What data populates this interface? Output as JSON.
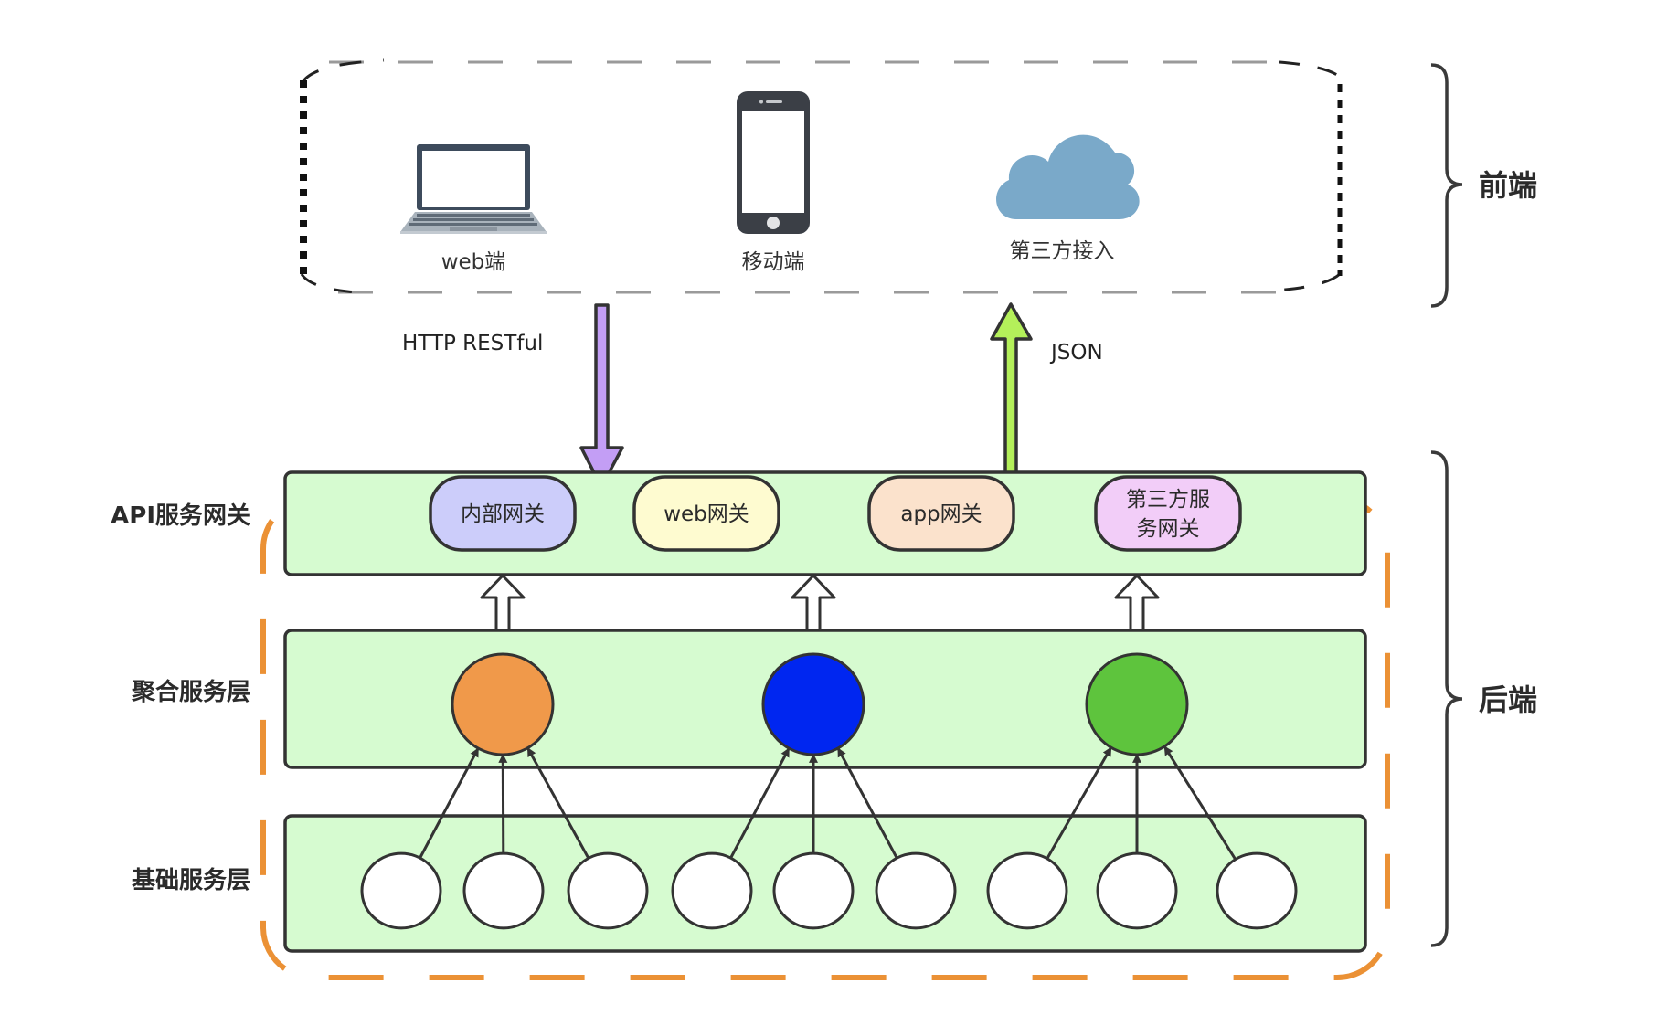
{
  "frontend": {
    "brace_label": "前端",
    "clients": [
      {
        "id": "web",
        "label": "web端",
        "icon": "laptop-icon"
      },
      {
        "id": "mobile",
        "label": "移动端",
        "icon": "smartphone-icon"
      },
      {
        "id": "third-party",
        "label": "第三方接入",
        "icon": "cloud-icon"
      }
    ]
  },
  "protocols": {
    "request": {
      "label": "HTTP RESTful",
      "direction": "down",
      "color": "#c39ef5"
    },
    "response": {
      "label": "JSON",
      "direction": "up",
      "color": "#b4f05a"
    }
  },
  "backend": {
    "brace_label": "后端",
    "border_color": "#eb9135",
    "layer_fill": "#d6fbd0",
    "layers": [
      {
        "id": "api-gateway",
        "label": "API服务网关",
        "gateways": [
          {
            "label_lines": [
              "内部网关"
            ],
            "color": "#cccdfa"
          },
          {
            "label_lines": [
              "web网关"
            ],
            "color": "#fefbd0"
          },
          {
            "label_lines": [
              "app网关"
            ],
            "color": "#fbe2cc"
          },
          {
            "label_lines": [
              "第三方服",
              "务网关"
            ],
            "color": "#f2cdf8"
          }
        ]
      },
      {
        "id": "aggregation",
        "label": "聚合服务层",
        "services": [
          {
            "color": "#f0994a"
          },
          {
            "color": "#0026f0"
          },
          {
            "color": "#5ec43d"
          }
        ]
      },
      {
        "id": "base",
        "label": "基础服务层",
        "service_groups": [
          3,
          3,
          3
        ]
      }
    ]
  }
}
